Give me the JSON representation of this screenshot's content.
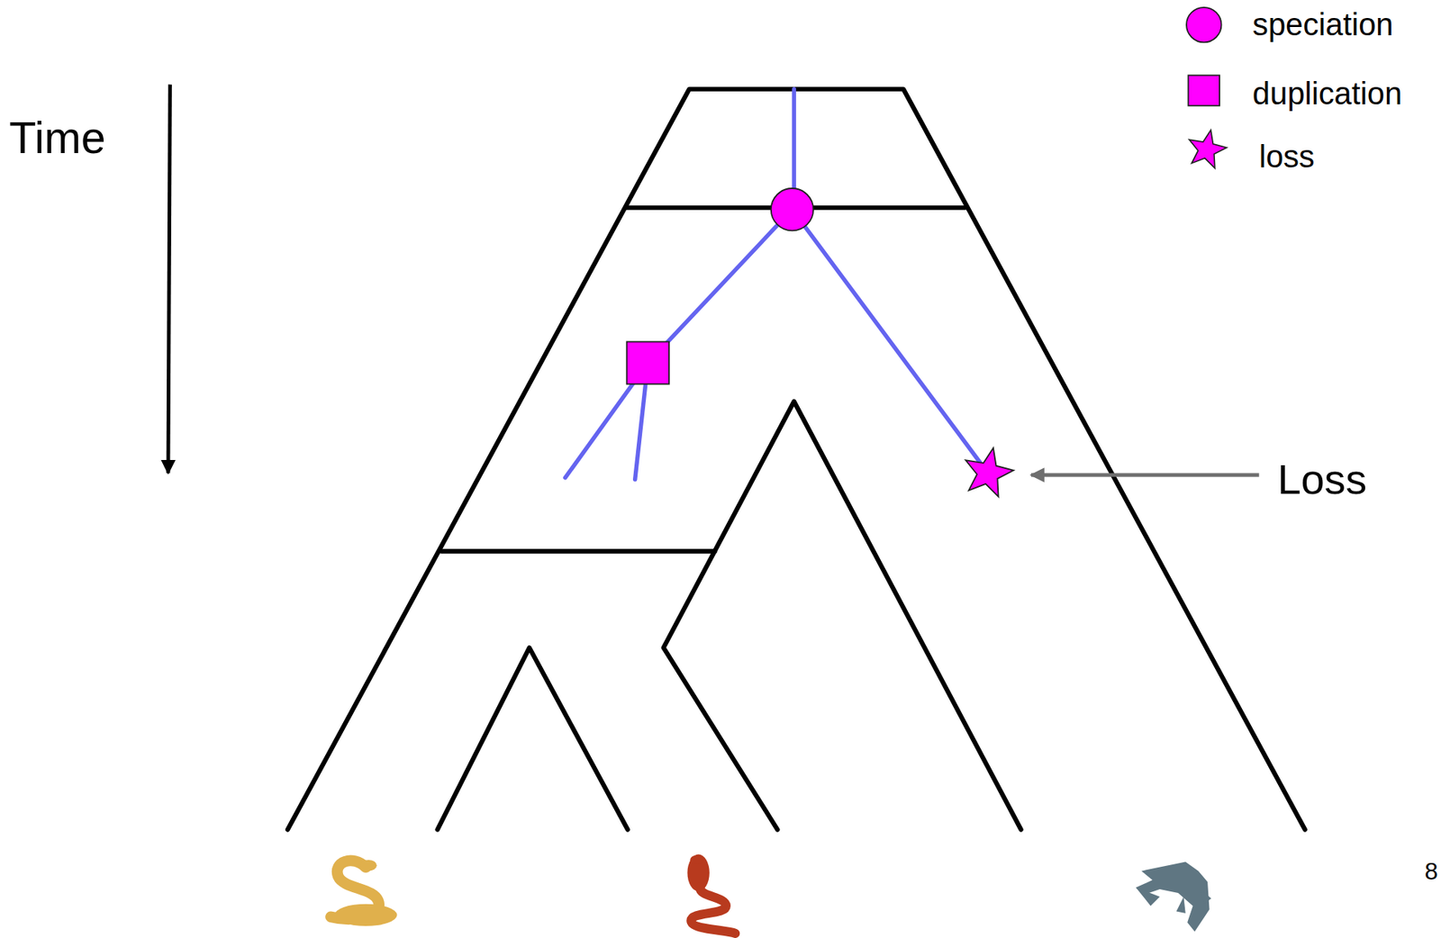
{
  "diagram": {
    "labels": [
      "Time",
      "Loss",
      "8"
    ],
    "legend": [
      {
        "text": "speciation"
      },
      {
        "text": "duplication"
      },
      {
        "text": "loss"
      }
    ]
  }
}
